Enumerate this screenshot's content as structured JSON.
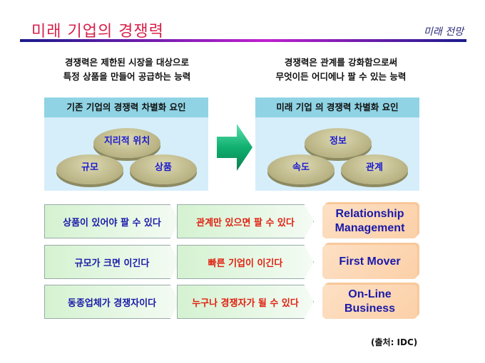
{
  "header": {
    "title": "미래 기업의 경쟁력",
    "subtitle": "미래 전망"
  },
  "left": {
    "lead1": "경쟁력은 제한된 시장을 대상으로",
    "lead2": "특정 상품을 만들어 공급하는 능력",
    "panel_title": "기존 기업의 경쟁력 차별화 요인",
    "top": "지리적 위치",
    "bl": "규모",
    "br": "상품"
  },
  "right": {
    "lead1": "경쟁력은 관계를 강화함으로써",
    "lead2": "무엇이든 어디에나 팔 수 있는 능력",
    "panel_title": "미래 기업 의 경쟁력 차별화 요인",
    "top": "정보",
    "bl": "속도",
    "br": "관계"
  },
  "rows": [
    {
      "old": "상품이 있어야 팔 수 있다",
      "new": "관계만 있으면 팔 수 있다",
      "key1": "Relationship",
      "key2": "Management"
    },
    {
      "old": "규모가 크면 이긴다",
      "new": "빠른 기업이 이긴다",
      "key1": "First Mover",
      "key2": ""
    },
    {
      "old": "동종업체가 경쟁자이다",
      "new": "누구나 경쟁자가 될 수 있다",
      "key1": "On-Line",
      "key2": "Business"
    }
  ],
  "source": "(출처: IDC)"
}
